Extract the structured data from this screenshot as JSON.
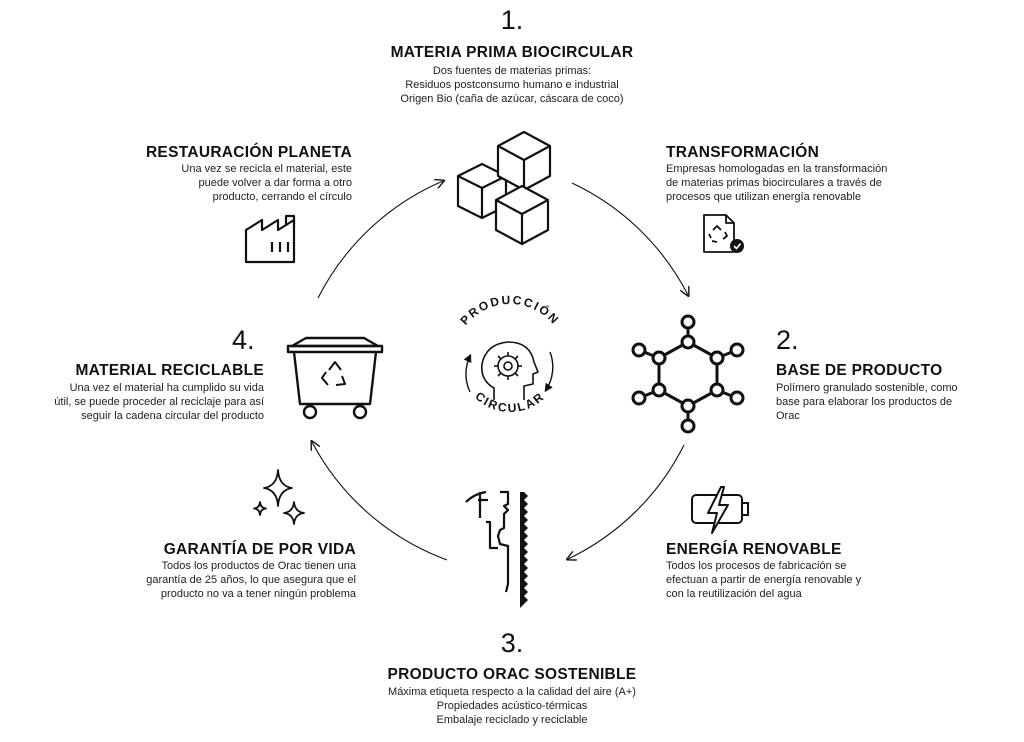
{
  "center": {
    "top_word": "PRODUCCIÓN",
    "bottom_word": "CIRCULAR"
  },
  "steps": {
    "materia": {
      "number": "1.",
      "title": "MATERIA PRIMA BIOCIRCULAR",
      "lines": [
        "Dos fuentes de materias primas:",
        "Residuos postconsumo humano e industrial",
        "Origen Bio (caña de azúcar, cáscara de coco)"
      ]
    },
    "base": {
      "number": "2.",
      "title": "BASE DE PRODUCTO",
      "lines": [
        "Polímero granulado sostenible, como",
        "base para elaborar los productos de",
        "Orac"
      ]
    },
    "producto": {
      "number": "3.",
      "title": "PRODUCTO ORAC SOSTENIBLE",
      "lines": [
        "Máxima etiqueta respecto a la calidad del aire (A+)",
        "Propiedades acústico-térmicas",
        "Embalaje reciclado y reciclable"
      ]
    },
    "reciclable": {
      "number": "4.",
      "title": "MATERIAL RECICLABLE",
      "lines": [
        "Una vez el material ha cumplido su vida",
        "útil, se puede proceder al reciclaje para así",
        "seguir la cadena circular del producto"
      ]
    }
  },
  "features": {
    "transformacion": {
      "title": "TRANSFORMACIÓN",
      "lines": [
        "Empresas homologadas en la transformación",
        "de materias primas biocirculares a través de",
        "procesos que utilizan energía renovable"
      ]
    },
    "energia": {
      "title": "ENERGÍA RENOVABLE",
      "lines": [
        "Todos los procesos de fabricación se",
        "efectuan a partir de energía renovable y",
        "con la reutilización del agua"
      ]
    },
    "garantia": {
      "title": "GARANTÍA DE POR VIDA",
      "lines": [
        "Todos los productos de Orac tienen una",
        "garantía de 25 años, lo que asegura que el",
        "producto no va a tener ningún problema"
      ]
    },
    "restauracion": {
      "title": "RESTAURACIÓN PLANETA",
      "lines": [
        "Una vez se recicla el material, este",
        "puede volver a dar forma a otro",
        "producto, cerrando el círculo"
      ]
    }
  },
  "icons": {
    "step1": "cubes-icon",
    "step2": "molecule-icon",
    "step3": "moulding-profile-icon",
    "step4": "recycling-container-icon",
    "transformacion": "recycled-document-icon",
    "energia": "battery-bolt-icon",
    "garantia": "sparkle-icon",
    "restauracion": "factory-icon",
    "center": "head-gear-icon"
  },
  "colors": {
    "ink": "#111111",
    "background": "#ffffff"
  }
}
